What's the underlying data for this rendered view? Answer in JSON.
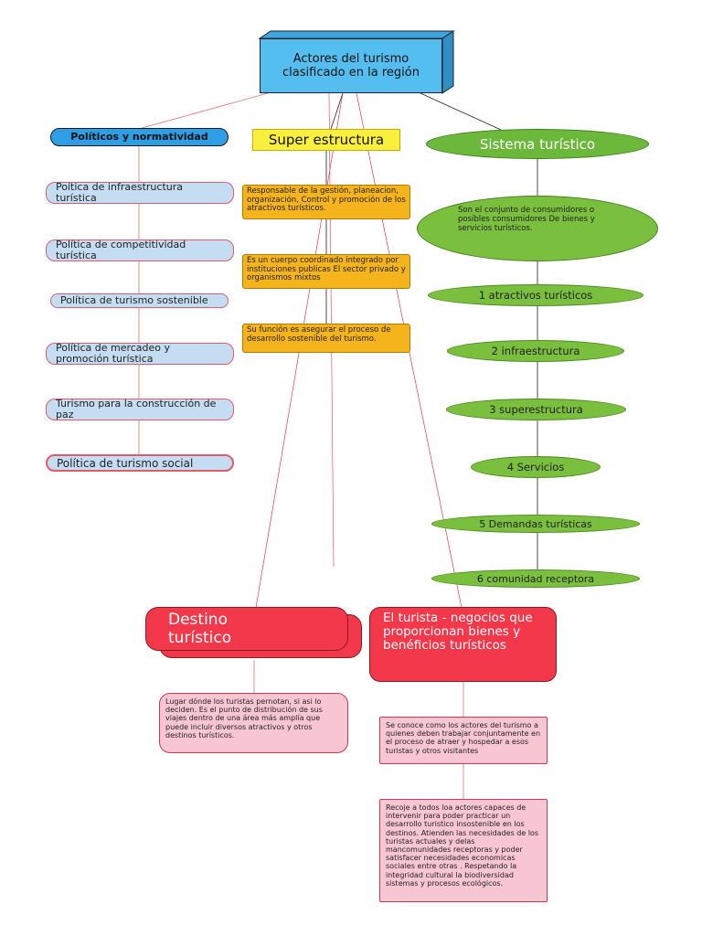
{
  "root": {
    "title": "Actores del turismo clasificado en la región"
  },
  "politicos": {
    "header": "Políticos y normatividad",
    "items": [
      "Poítica de infraestructura turística",
      "Política de competitividad turística",
      "Política de turismo sostenible",
      "Política  de mercadeo y promoción turística",
      "Turismo para la construcción de paz",
      "Política de turismo social"
    ]
  },
  "super": {
    "header": "Super estructura",
    "items": [
      "Responsable de la gestión, planeacion, organización, Control y promoción de los atractivos turísticos.",
      "Es un cuerpo coordinado integrado por instituciones publicas El sector privado y organismos mixtos",
      "Su función es asegurar el proceso de desarrollo sostenible del turismo."
    ]
  },
  "sistema": {
    "header": "Sistema turístico",
    "description": "Son el conjunto de consumidores o posibles consumidores De bienes y servicios turísticos.",
    "items": [
      "1 atractivos turísticos",
      "2 infraestructura",
      "3 superestructura",
      "4 Servicios",
      "5 Demandas turísticas",
      "6 comunidad receptora"
    ]
  },
  "destino": {
    "title": "Destino turístico",
    "description": "Lugar dónde los turistas pernotan, si asi lo deciden. Es el punto de distribución de sus viajes dentro de una área más amplía que puede incluir diversos atractivos y otros  destinos turísticos."
  },
  "turista": {
    "title": "El turista - negocios que proporcionan bienes y benéficios turísticos",
    "description1": "Se conoce como los actores del turismo a quienes deben trabajar conjuntamente en el proceso de atraer y hospedar a esos turistas y otros visitantes",
    "description2": "Recoje a todos loa actores capaces de intervenir para poder practicar un desarrollo turistico insostenible en los destinos. Atienden las necesidades de los turistas actuales y delas mancomunidades  receptoras y poder satisfacer necesidades economicas sociales entre otras . Respetando la integridad cultural la biodiversidad sistemas y procesos ecológicos."
  },
  "colors": {
    "root": "#55bef0",
    "politicos_header": "#2e9ee6",
    "politicos_item": "#c5ddf2",
    "super_header": "#f8f03c",
    "super_item": "#f5b31c",
    "sistema": "#6cb83a",
    "red": "#f2384a",
    "pink": "#f8c6d2"
  }
}
